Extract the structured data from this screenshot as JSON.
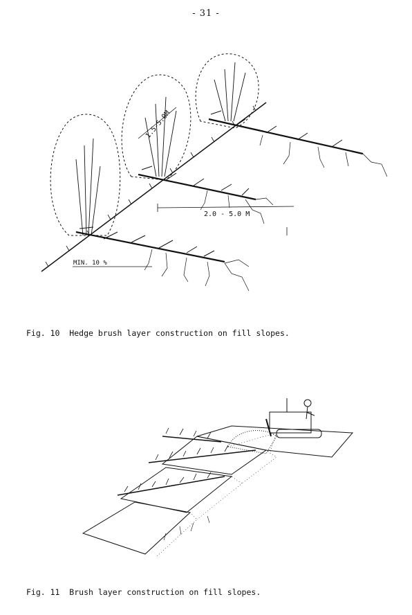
{
  "header": {
    "page_number": "- 31 -"
  },
  "figure10": {
    "caption": "Fig. 10  Hedge brush layer construction on fill slopes.",
    "labels": {
      "height": "1.5-5.0M",
      "spacing": "2.0 - 5.0 M",
      "slope": "MIN. 10 %"
    }
  },
  "figure11": {
    "caption": "Fig. 11  Brush layer construction on fill slopes."
  },
  "colors": {
    "ink": "#111111",
    "paper": "#ffffff"
  }
}
